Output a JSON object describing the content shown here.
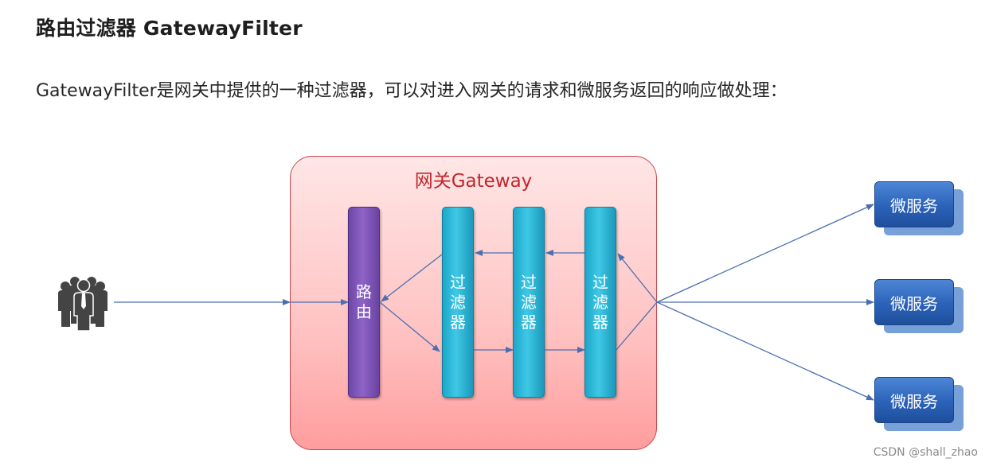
{
  "page": {
    "title": "路由过滤器 GatewayFilter",
    "description": "GatewayFilter是网关中提供的一种过滤器，可以对进入网关的请求和微服务返回的响应做处理："
  },
  "diagram": {
    "gateway_label": "网关Gateway",
    "route_label": "路由",
    "filters": [
      "过滤器",
      "过滤器",
      "过滤器"
    ],
    "services": [
      "微服务",
      "微服务",
      "微服务"
    ],
    "colors": {
      "gateway_border": "#c9474d",
      "gateway_text": "#c0262d",
      "route": "#7b55b8",
      "filter": "#2bb5d8",
      "service": "#2f66bb",
      "arrow": "#4a6fb0",
      "users": "#444444"
    },
    "icons": {
      "users": "users-group-icon"
    }
  },
  "watermark": "CSDN @shall_zhao"
}
